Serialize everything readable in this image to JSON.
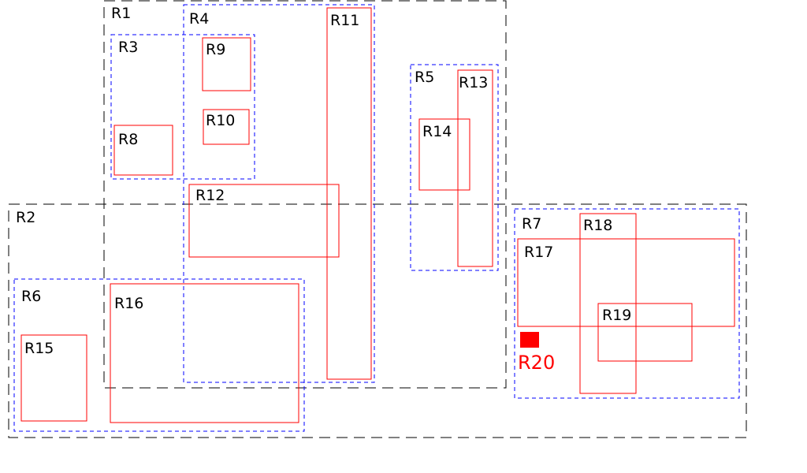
{
  "diagram": {
    "colors": {
      "level1_stroke": "#000000",
      "level2_stroke": "#0000ff",
      "leaf_stroke": "#ff0000",
      "highlight_fill": "#ff0000",
      "label": "#000000",
      "highlight_label": "#ff0000"
    },
    "rectangles": [
      {
        "id": "r1",
        "label": "R1"
      },
      {
        "id": "r2",
        "label": "R2"
      },
      {
        "id": "r3",
        "label": "R3"
      },
      {
        "id": "r4",
        "label": "R4"
      },
      {
        "id": "r5",
        "label": "R5"
      },
      {
        "id": "r6",
        "label": "R6"
      },
      {
        "id": "r7",
        "label": "R7"
      },
      {
        "id": "r8",
        "label": "R8"
      },
      {
        "id": "r9",
        "label": "R9"
      },
      {
        "id": "r10",
        "label": "R10"
      },
      {
        "id": "r11",
        "label": "R11"
      },
      {
        "id": "r12",
        "label": "R12"
      },
      {
        "id": "r13",
        "label": "R13"
      },
      {
        "id": "r14",
        "label": "R14"
      },
      {
        "id": "r15",
        "label": "R15"
      },
      {
        "id": "r16",
        "label": "R16"
      },
      {
        "id": "r17",
        "label": "R17"
      },
      {
        "id": "r18",
        "label": "R18"
      },
      {
        "id": "r19",
        "label": "R19"
      },
      {
        "id": "r20",
        "label": "R20"
      }
    ]
  }
}
